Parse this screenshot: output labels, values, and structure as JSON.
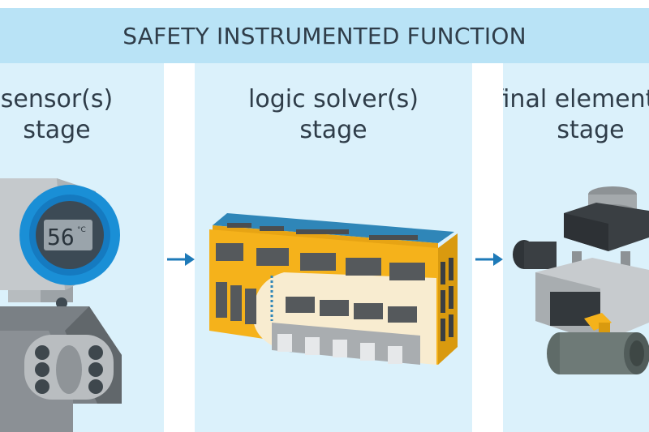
{
  "header": {
    "title": "SAFETY INSTRUMENTED FUNCTION"
  },
  "stages": [
    {
      "line1": "sensor(s)",
      "line2": "stage"
    },
    {
      "line1": "logic solver(s)",
      "line2": "stage"
    },
    {
      "line1": "final element(s)",
      "line2": "stage"
    }
  ],
  "sensor": {
    "display_value": "56",
    "display_unit": "°C"
  },
  "colors": {
    "banner": "#b9e3f6",
    "column": "#dbf1fb",
    "text": "#2f3d49",
    "arrow": "#1e7ab8",
    "accent_blue": "#1a8fd6",
    "logic_orange": "#f5b21b"
  }
}
